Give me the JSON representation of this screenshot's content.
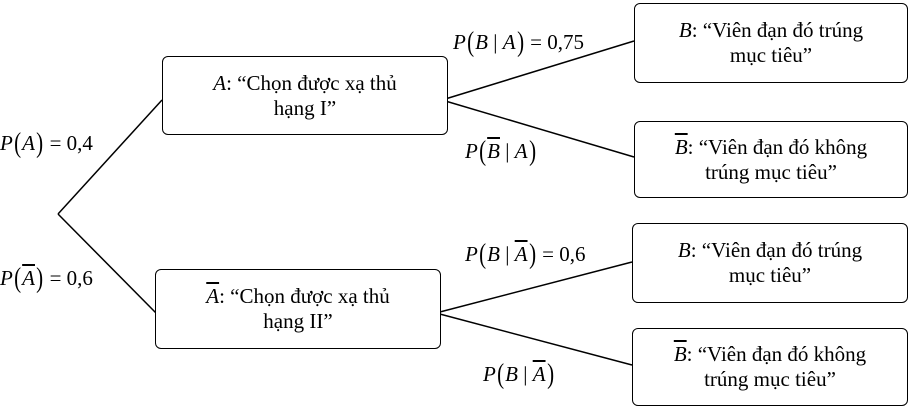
{
  "nodes": {
    "a": {
      "var": "A",
      "bar": false,
      "line1": ": “Chọn được xạ thủ",
      "line2": "hạng I”"
    },
    "abar": {
      "var": "A",
      "bar": true,
      "line1": ": “Chọn được xạ thủ",
      "line2": "hạng II”"
    },
    "b1": {
      "var": "B",
      "bar": false,
      "line1": ": “Viên đạn đó trúng",
      "line2": "mục tiêu”"
    },
    "b1bar": {
      "var": "B",
      "bar": true,
      "line1": ": “Viên đạn đó không",
      "line2": "trúng mục tiêu”"
    },
    "b2": {
      "var": "B",
      "bar": false,
      "line1": ": “Viên đạn đó trúng",
      "line2": "mục tiêu”"
    },
    "b2bar": {
      "var": "B",
      "bar": true,
      "line1": ": “Viên đạn đó không",
      "line2": "trúng mục tiêu”"
    }
  },
  "edges": {
    "p_a": {
      "P": "P",
      "arg": "A",
      "eq": "= 0,4"
    },
    "p_abar": {
      "P": "P",
      "arg": "A",
      "eq": "= 0,6"
    },
    "p_b_a": {
      "P": "P",
      "b": "B",
      "sep": "|",
      "a": "A",
      "eq": "= 0,75"
    },
    "p_bbar_a": {
      "P": "P",
      "b": "B",
      "sep": "|",
      "a": "A"
    },
    "p_b_abar": {
      "P": "P",
      "b": "B",
      "sep": "|",
      "a": "A",
      "eq": "= 0,6"
    },
    "p_bbar_abar": {
      "P": "P",
      "b": "B",
      "sep": "|",
      "a": "A"
    }
  },
  "paren_open": "(",
  "paren_close": ")"
}
